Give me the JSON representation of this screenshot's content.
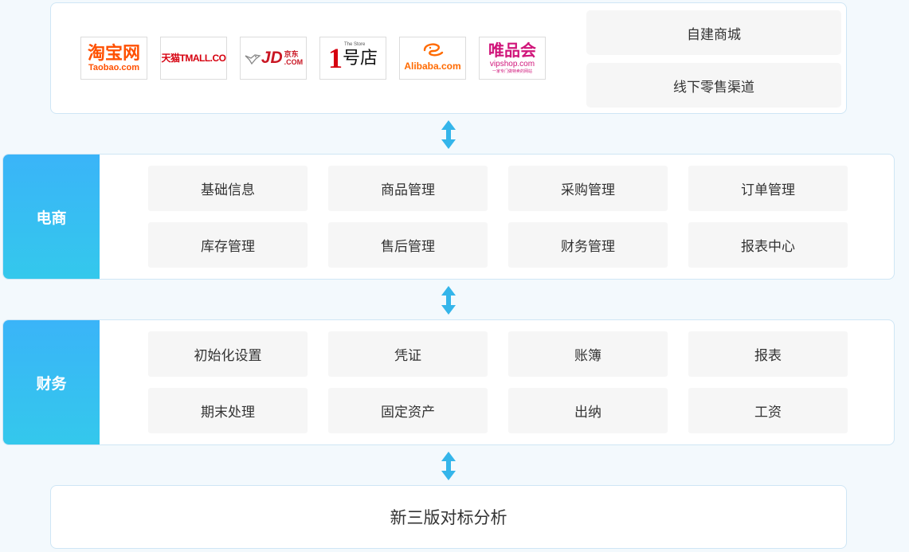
{
  "platforms": {
    "taobao": {
      "main": "淘宝网",
      "sub": "Taobao.com"
    },
    "tmall": {
      "main": "天猫TMALL.CO"
    },
    "jd": {
      "main": "JD",
      "side_cn": "京东",
      "side_en": ".COM"
    },
    "yhd": {
      "digit": "1",
      "main": "号店",
      "tiny": "The Store"
    },
    "alibaba": {
      "main": "Alibaba.com"
    },
    "vip": {
      "main": "唯品会",
      "sub": "vipshop.com",
      "tiny": "一家专门做特卖的网站"
    }
  },
  "channels": {
    "self_mall": "自建商城",
    "offline": "线下零售渠道"
  },
  "ecommerce": {
    "title": "电商",
    "cells": [
      "基础信息",
      "商品管理",
      "采购管理",
      "订单管理",
      "库存管理",
      "售后管理",
      "财务管理",
      "报表中心"
    ]
  },
  "finance": {
    "title": "财务",
    "cells": [
      "初始化设置",
      "凭证",
      "账簿",
      "报表",
      "期末处理",
      "固定资产",
      "出纳",
      "工资"
    ]
  },
  "bottom": {
    "label": "新三版对标分析"
  },
  "colors": {
    "accent_start": "#3ab4f8",
    "accent_end": "#34c8ec",
    "arrow": "#34b5ea",
    "border": "#cfe6f5",
    "cell_bg": "#f6f6f6"
  },
  "icons": {
    "connector": "double-headed-vertical-arrow"
  }
}
